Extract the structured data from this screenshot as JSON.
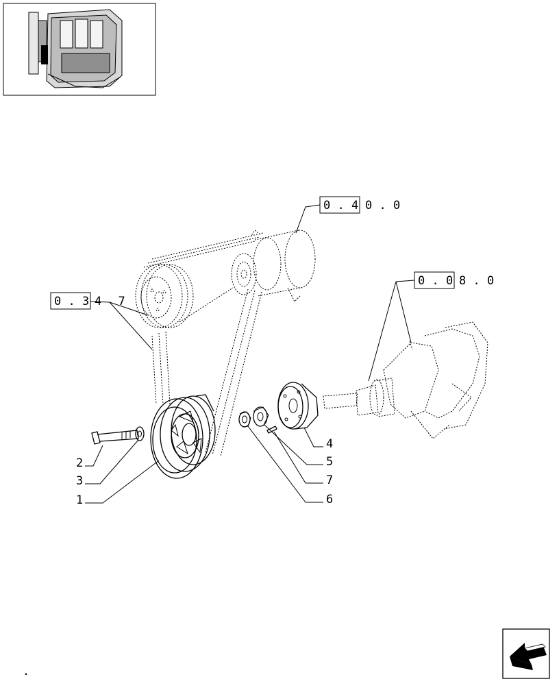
{
  "refs": {
    "r040": {
      "boxed": "0 . 4",
      "rest": "0 . 0"
    },
    "r080": {
      "boxed": "0 . 0",
      "rest": "8 . 0"
    },
    "r034": {
      "boxed": "0 . 3",
      "rest": "4 7"
    }
  },
  "callouts": {
    "c1": "1",
    "c2": "2",
    "c3": "3",
    "c4": "4",
    "c5": "5",
    "c6": "6",
    "c7": "7"
  },
  "footer": {
    "dot": "."
  },
  "icons": {
    "thumbnail": "engine-thumbnail-icon",
    "nav": "next-page-arrow-icon"
  }
}
